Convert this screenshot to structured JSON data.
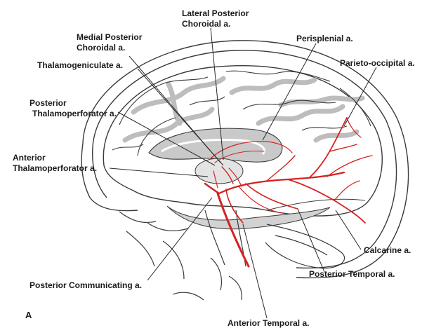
{
  "figure_letter": "A",
  "colors": {
    "outline": "#3a3a3a",
    "shading": "#bdbdbd",
    "light_shading": "#e3e3e3",
    "artery": "#d42222",
    "leader": "#2a2a2a"
  },
  "labels": {
    "lateral_posterior_choroidal": [
      "Lateral Posterior",
      "Choroidal a."
    ],
    "medial_posterior_choroidal": [
      "Medial Posterior",
      "Choroidal a."
    ],
    "perisplenial": "Perisplenial a.",
    "thalamogeniculate": "Thalamogeniculate a.",
    "parieto_occipital": "Parieto-occipital a.",
    "posterior_thalamoperforator": [
      "Posterior",
      "Thalamoperforator a."
    ],
    "anterior_thalamoperforator": [
      "Anterior",
      "Thalamoperforator a."
    ],
    "calcarine": "Calcarine a.",
    "posterior_temporal": "Posterior Temporal a.",
    "posterior_communicating": "Posterior Communicating a.",
    "anterior_temporal": "Anterior Temporal a."
  }
}
